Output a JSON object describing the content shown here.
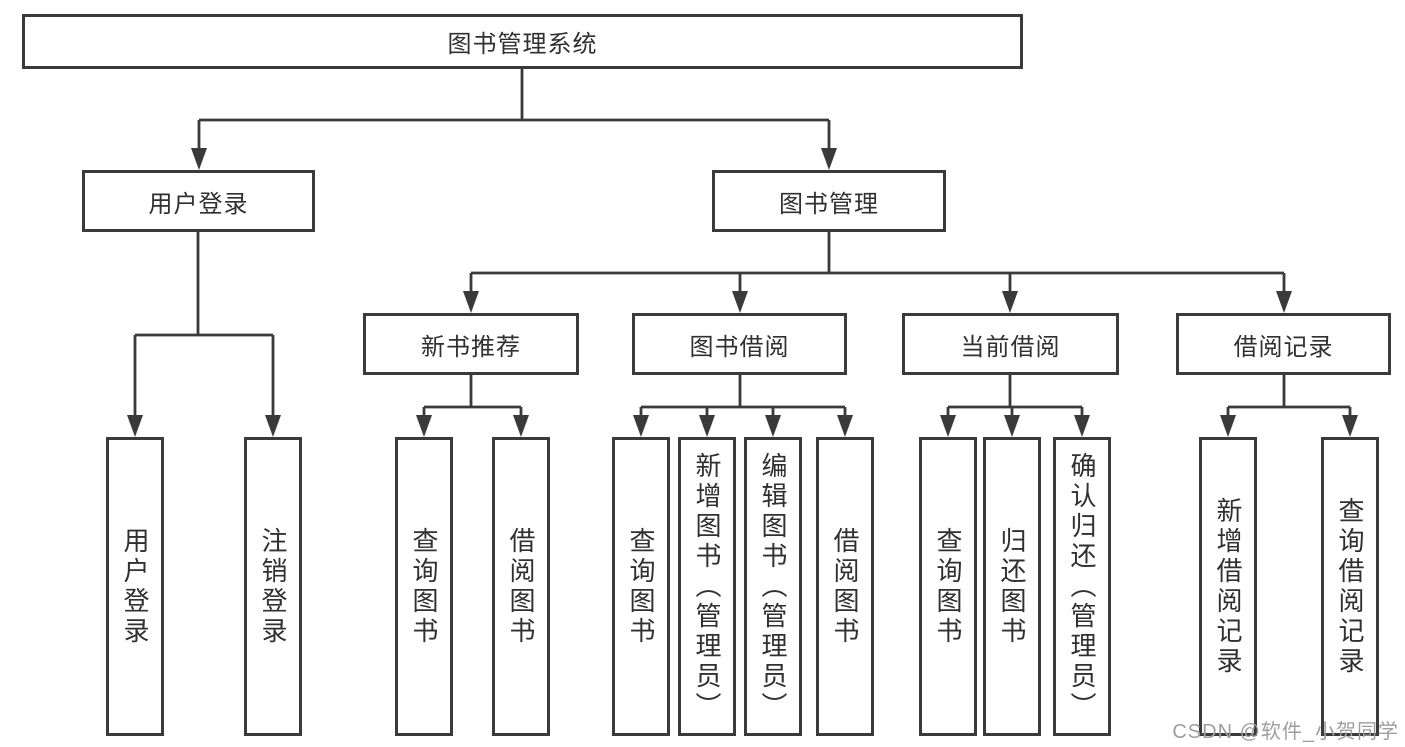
{
  "diagram_title": "图书管理系统",
  "tree": {
    "root": {
      "label": "图书管理系统"
    },
    "branches": [
      {
        "label": "用户登录",
        "children": [
          "用户登录",
          "注销登录"
        ]
      },
      {
        "label": "图书管理",
        "modules": [
          {
            "label": "新书推荐",
            "children": [
              "查询图书",
              "借阅图书"
            ]
          },
          {
            "label": "图书借阅",
            "children": [
              "查询图书",
              "新增图书（管理员）",
              "编辑图书（管理员）",
              "借阅图书"
            ]
          },
          {
            "label": "当前借阅",
            "children": [
              "查询图书",
              "归还图书",
              "确认归还（管理员）"
            ]
          },
          {
            "label": "借阅记录",
            "children": [
              "新增借阅记录",
              "查询借阅记录"
            ]
          }
        ]
      }
    ]
  },
  "watermark": {
    "text": "CSDN @软件_小贺同学"
  },
  "colors": {
    "line": "#3a3a3a",
    "node_text": "#303030",
    "node_fill": "#ffffff",
    "background": "#ffffff",
    "watermark": "#9e9e9e"
  }
}
